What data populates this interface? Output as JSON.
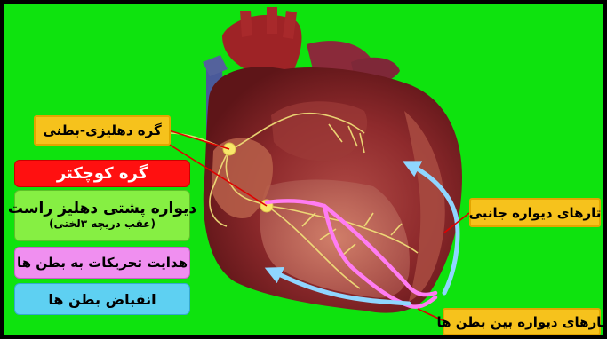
{
  "labels": {
    "av_node": "گره دهلیزی-بطنی",
    "sa_node": "گره کوچکتر",
    "sa_location_line1": "دیواره پشتی دهلیز راست",
    "sa_location_line2": "(عقب دریچه ۳لختی)",
    "conduction": "هدایت تحریکات به بطن ها",
    "contraction": "انقباض بطن ها",
    "lateral_fibers": "تارهای دیواره جانبی",
    "septal_fibers": "تارهای دیواره بین بطن ها"
  },
  "colors": {
    "background": "#0ee30e",
    "frame": "#000000",
    "label_orange": "#f6c21c",
    "label_red": "#ff1010",
    "label_green": "#86ef43",
    "label_pink": "#f08ff0",
    "label_blue": "#5ed0f2",
    "conduction_path": "#ff7cf2",
    "contraction_arrow": "#8fd6ff",
    "leader_line": "#e00000",
    "nerve_fiber": "#f3e47a"
  },
  "icons": {
    "heart": "heart-cross-section-illustration",
    "arrow": "arrow-head"
  }
}
